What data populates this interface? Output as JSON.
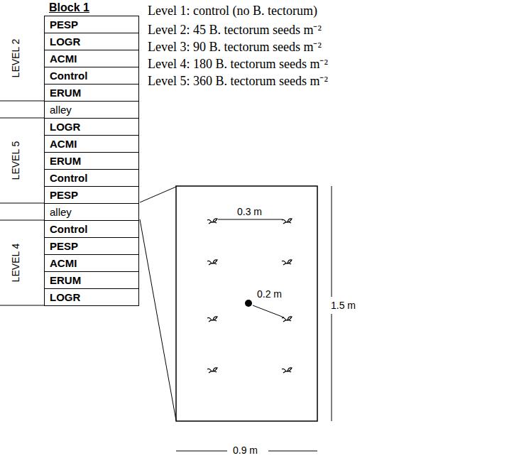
{
  "diagram": {
    "nodes": [
      {
        "text": [
          "Block 1"
        ]
      },
      {
        "text": [
          "PESP"
        ]
      },
      {
        "text": [
          "LOGR"
        ]
      },
      {
        "text": [
          "ACMI"
        ]
      },
      {
        "text": [
          "Control"
        ]
      },
      {
        "text": [
          "ERUM"
        ]
      },
      {
        "text": [
          "alley"
        ]
      },
      {
        "text": [
          "LOGR"
        ]
      },
      {
        "text": [
          "ACMI"
        ]
      },
      {
        "text": [
          "ERUM"
        ]
      },
      {
        "text": [
          "Control"
        ]
      },
      {
        "text": [
          "PESP"
        ]
      },
      {
        "text": [
          "alley"
        ]
      },
      {
        "text": [
          "Control"
        ]
      },
      {
        "text": [
          "PESP"
        ]
      },
      {
        "text": [
          "ACMI"
        ]
      },
      {
        "text": [
          "ERUM"
        ]
      },
      {
        "text": [
          "LOGR"
        ]
      }
    ],
    "labels": [
      "LEVEL 2",
      "LEVEL 5",
      "LEVEL 4",
      "Level 1: control (no B. tectorum)",
      "Level 2: 45 B. tectorum seeds m⁻²",
      "Level 3: 90 B. tectorum seeds m⁻²",
      "Level 4: 180 B. tectorum seeds m⁻²",
      "Level 5: 360 B. tectorum seeds m⁻²",
      "0.3 m",
      "0.2 m",
      "1.5 m",
      "0.9 m"
    ]
  }
}
